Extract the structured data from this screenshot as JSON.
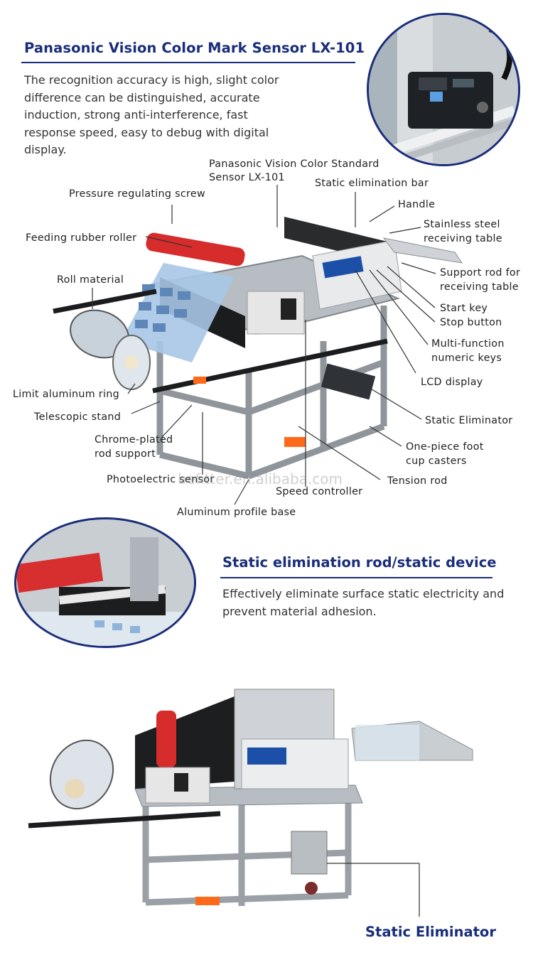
{
  "header": {
    "title": "Panasonic Vision Color Mark Sensor LX-101",
    "description": "The recognition accuracy is high, slight color difference can be distinguished, accurate induction, strong anti-interference, fast response speed, easy to debug with digital display."
  },
  "diagram": {
    "labels": {
      "sensor_a": "Panasonic Vision Color Standard",
      "sensor_b": "Sensor LX-101",
      "static_bar": "Static elimination bar",
      "pressure_screw": "Pressure regulating screw",
      "handle": "Handle",
      "feeding_roller": "Feeding rubber roller",
      "receiving_table_a": "Stainless steel",
      "receiving_table_b": "receiving table",
      "roll_material": "Roll material",
      "support_rod_a": "Support rod for",
      "support_rod_b": "receiving table",
      "start_key": "Start key",
      "stop_button": "Stop button",
      "numeric_keys_a": "Multi-function",
      "numeric_keys_b": "numeric keys",
      "lcd_display": "LCD display",
      "limit_ring": "Limit aluminum ring",
      "telescopic_stand": "Telescopic stand",
      "static_eliminator": "Static Eliminator",
      "chrome_rod_a": "Chrome-plated",
      "chrome_rod_b": "rod support",
      "foot_casters_a": "One-piece foot",
      "foot_casters_b": "cup casters",
      "photo_sensor": "Photoelectric sensor",
      "tension_rod": "Tension rod",
      "speed_controller": "Speed controller",
      "aluminum_base": "Aluminum profile base"
    },
    "watermark": "befitter.en.alibaba.com"
  },
  "section2": {
    "title": "Static elimination rod/static device",
    "description": "Effectively eliminate surface static electricity and prevent material adhesion."
  },
  "bottom": {
    "caption": "Static Eliminator"
  }
}
